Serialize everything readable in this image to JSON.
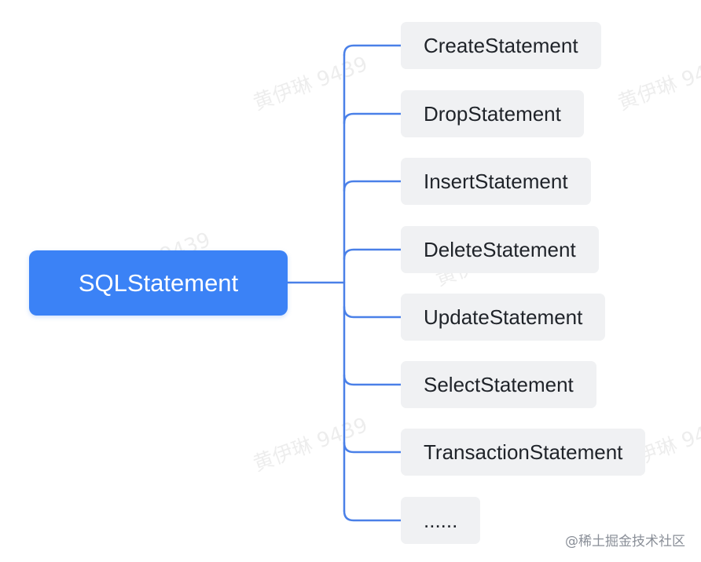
{
  "root": {
    "label": "SQLStatement"
  },
  "children": [
    {
      "label": "CreateStatement"
    },
    {
      "label": "DropStatement"
    },
    {
      "label": "InsertStatement"
    },
    {
      "label": "DeleteStatement"
    },
    {
      "label": "UpdateStatement"
    },
    {
      "label": "SelectStatement"
    },
    {
      "label": "TransactionStatement"
    },
    {
      "label": "......"
    }
  ],
  "watermark": {
    "text": "黄伊琳 9439"
  },
  "credit": "@稀土掘金技术社区",
  "colors": {
    "root_fill": "#3b82f6",
    "child_fill": "#f0f1f3",
    "connector": "#4a80e8"
  }
}
